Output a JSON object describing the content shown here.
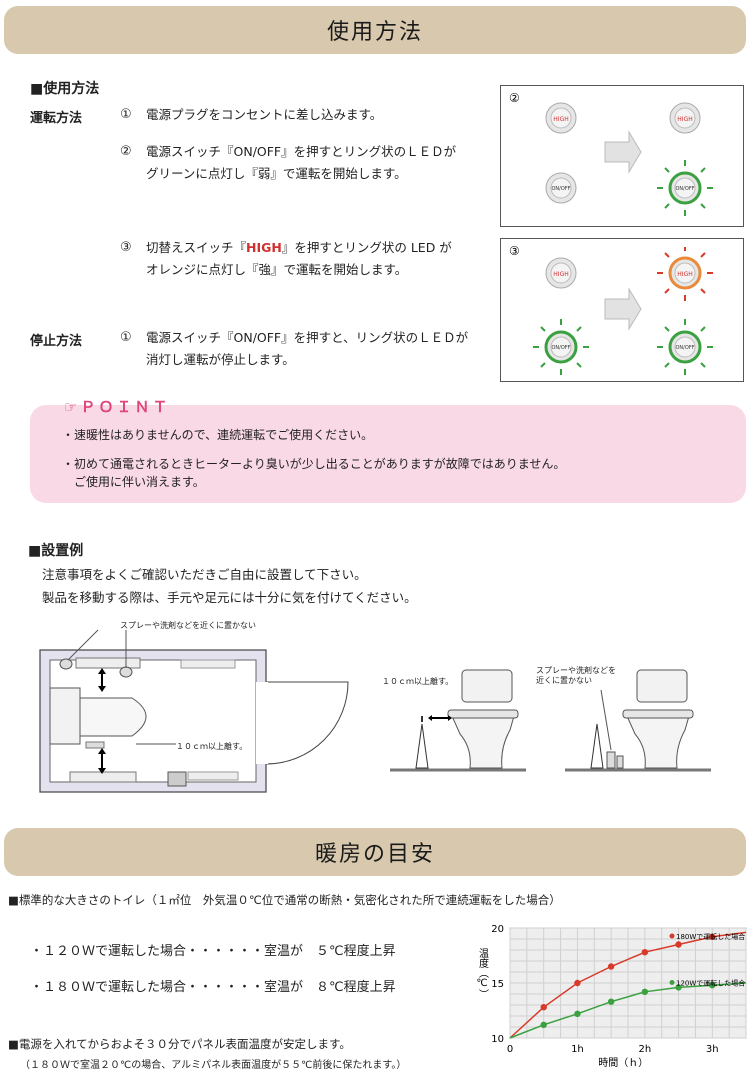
{
  "usage": {
    "banner": "使用方法",
    "heading": "■使用方法",
    "operation_label": "運転方法",
    "stop_label": "停止方法",
    "steps": [
      {
        "num": "①",
        "lines": [
          "電源プラグをコンセントに差し込みます。"
        ]
      },
      {
        "num": "②",
        "lines": [
          "電源スイッチ『ON/OFF』を押すとリング状のＬＥＤが",
          "グリーンに点灯し『弱』で運転を開始します。"
        ]
      },
      {
        "num": "③",
        "line1_pre": "切替えスイッチ『",
        "line1_hl": "HIGH",
        "line1_post": "』を押すとリング状の LED が",
        "line2": "オレンジに点灯し『強』で運転を開始します。"
      }
    ],
    "stop_step": {
      "num": "①",
      "lines": [
        "電源スイッチ『ON/OFF』を押すと、リング状のＬＥＤが",
        "消灯し運転が停止します。"
      ]
    },
    "panels": [
      {
        "num": "②",
        "high": "HIGH",
        "onoff": "ON/OFF"
      },
      {
        "num": "③",
        "high": "HIGH",
        "onoff": "ON/OFF"
      }
    ]
  },
  "point": {
    "title": "☞ＰＯＩＮＴ",
    "items": [
      "・速暖性はありませんので、連続運転でご使用ください。",
      "・初めて通電されるときヒーターより臭いが少し出ることがありますが故障ではありません。",
      "ご使用に伴い消えます。"
    ]
  },
  "install": {
    "heading": "■設置例",
    "lines": [
      "注意事項をよくご確認いただきご自由に設置して下さい。",
      "製品を移動する際は、手元や足元には十分に気を付けてください。"
    ],
    "note_spray": "スプレーや洗剤などを近くに置かない",
    "note_10cm": "１０ｃｍ以上離す。",
    "note_10cm_2": "１０ｃｍ以上離す。",
    "note_spray_2a": "スプレーや洗剤などを",
    "note_spray_2b": "近くに置かない"
  },
  "heating": {
    "banner": "暖房の目安",
    "condition": "■標準的な大きさのトイレ（１㎡位　外気温０℃位で通常の断熱・気密化された所で連続運転をした場合）",
    "rows": [
      {
        "text": "・１２０Ｗで運転した場合・・・・・・室温が　５℃程度上昇"
      },
      {
        "text": "・１８０Ｗで運転した場合・・・・・・室温が　８℃程度上昇"
      }
    ],
    "stable": "■電源を入れてからおよそ３０分でパネル表面温度が安定します。",
    "stable_note": "（１８０Ｗで室温２０℃の場合、アルミパネル表面温度が５５℃前後に保たれます。）"
  },
  "chart_data": {
    "type": "line",
    "ylabel": "温度（℃）",
    "xlabel": "時間（ｈ）",
    "x_ticks": [
      "0",
      "1h",
      "2h",
      "3h"
    ],
    "y_ticks": [
      "10",
      "15",
      "20"
    ],
    "xlim": [
      0,
      3.5
    ],
    "ylim": [
      10,
      20
    ],
    "series": [
      {
        "name": "180Wで運転した場合",
        "color": "#d83a2a",
        "x": [
          0,
          0.5,
          1,
          1.5,
          2,
          2.5,
          3
        ],
        "y": [
          10,
          12.8,
          15,
          16.5,
          17.8,
          18.5,
          19.2
        ]
      },
      {
        "name": "120Wで運転した場合",
        "color": "#3aa040",
        "x": [
          0,
          0.5,
          1,
          1.5,
          2,
          2.5,
          3
        ],
        "y": [
          10,
          11.2,
          12.2,
          13.3,
          14.2,
          14.6,
          14.8
        ]
      }
    ],
    "grid": true,
    "legend": "inline-right"
  }
}
